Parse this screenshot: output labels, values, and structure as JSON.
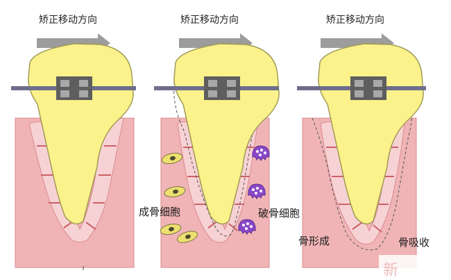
{
  "panels": [
    {
      "title": "矫正移动方向"
    },
    {
      "title": "矫正移动方向"
    },
    {
      "title": "矫正移动方向"
    }
  ],
  "labels": {
    "osteoblast": "成骨细胞",
    "osteoclast": "破骨细胞",
    "bone_formation": "骨形成",
    "bone_resorption": "骨吸收"
  },
  "watermark": "新",
  "colors": {
    "gum": "#f0b4b6",
    "gum_edge": "#d98a8e",
    "ligament": "#f7d2d4",
    "ligament_line": "#cc6068",
    "tooth": "#fbf28c",
    "tooth_edge": "#a09a55",
    "arrow": "#9c9c9c",
    "wire": "#6e6e8c",
    "bracket": "#666666",
    "osteoblast_cell": "#eee070",
    "osteoclast_cell": "#8a48c8"
  }
}
